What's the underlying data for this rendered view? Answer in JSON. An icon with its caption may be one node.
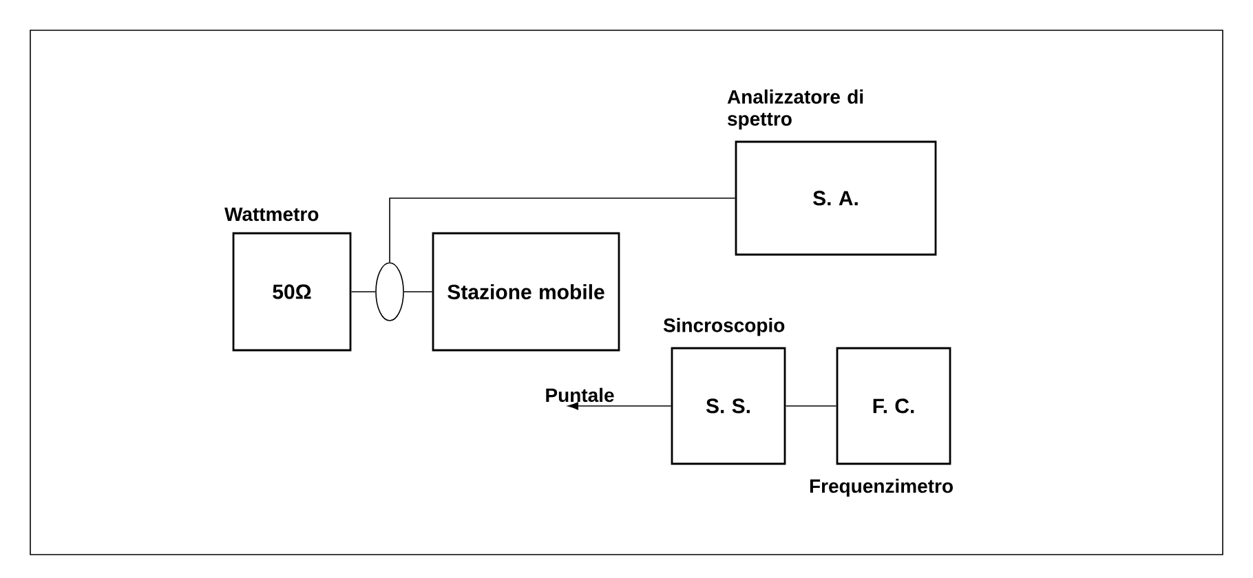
{
  "diagram": {
    "nodes": [
      {
        "text": [
          "Wattmetro",
          "50Ω"
        ]
      },
      {
        "text": [],
        "shape": "circle"
      },
      {
        "text": [
          "Stazione mobile"
        ]
      },
      {
        "text": [
          "Analizzatore di spettro",
          "S. A."
        ]
      },
      {
        "text": [
          "Sincroscopio",
          "S. S."
        ]
      },
      {
        "text": [
          "F. C.",
          "Frequenzimetro"
        ]
      },
      {
        "text": [
          "Puntale"
        ]
      }
    ],
    "edges": [
      {
        "from": 0,
        "to": 1,
        "arrow": "none"
      },
      {
        "from": 1,
        "to": 2,
        "arrow": "none"
      },
      {
        "from": 1,
        "to": 3,
        "arrow": "none"
      },
      {
        "from": 4,
        "to": 6,
        "arrow": "to"
      },
      {
        "from": 4,
        "to": 5,
        "arrow": "none"
      }
    ]
  }
}
